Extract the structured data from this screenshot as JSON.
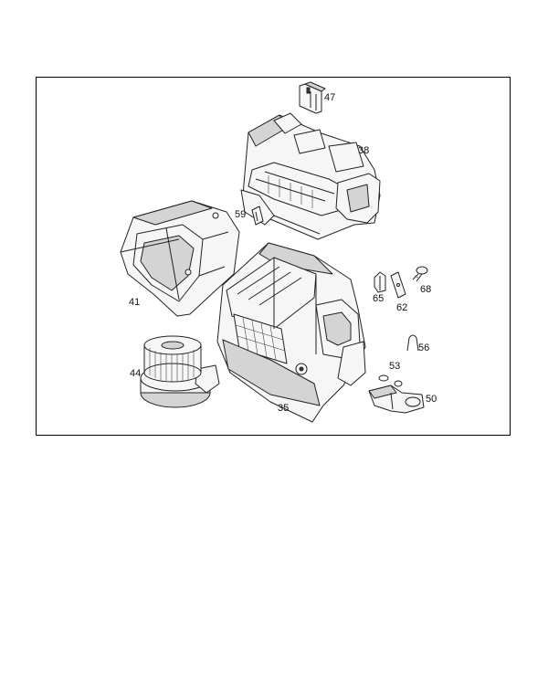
{
  "colors": {
    "line": "#222222",
    "background": "#ffffff",
    "shade": "#d4d4d4"
  },
  "labels": {
    "p47": "47",
    "p38": "38",
    "p59": "59",
    "p41": "41",
    "p65": "65",
    "p62": "62",
    "p68": "68",
    "p56": "56",
    "p44": "44",
    "p53": "53",
    "p50": "50",
    "p35": "35"
  }
}
